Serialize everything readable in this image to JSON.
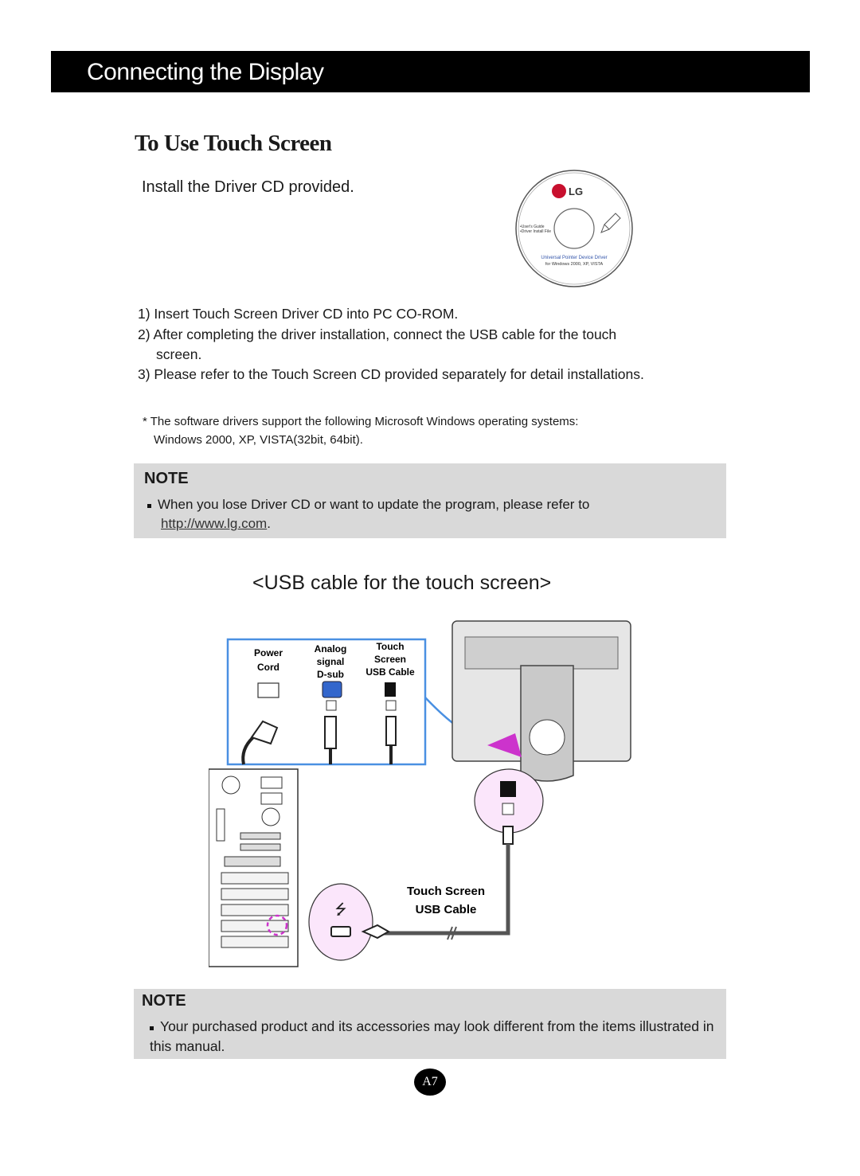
{
  "header": {
    "title": "Connecting the Display"
  },
  "section": {
    "title": "To Use Touch Screen",
    "intro": "Install the Driver CD provided."
  },
  "cd": {
    "brand": "LG",
    "line1": "•User's Guide",
    "line2": "•Driver Install File",
    "product": "Universal Pointer Device Driver",
    "platforms": "for Windows 2000, XP, VISTA"
  },
  "steps": [
    "1) Insert Touch Screen Driver CD into PC CO-ROM.",
    "2) After completing the driver installation, connect the USB cable for the touch screen.",
    "3) Please refer to the Touch Screen CD provided separately for detail installations."
  ],
  "footnote": "* The software drivers support the following Microsoft Windows operating systems: Windows 2000, XP, VISTA(32bit, 64bit).",
  "note1": {
    "title": "NOTE",
    "text": "When you lose Driver CD or want to update the program, please refer to",
    "link": "http://www.lg.com",
    "link_suffix": "."
  },
  "usb_caption": "<USB cable for the touch screen>",
  "diagram": {
    "power_cord": [
      "Power",
      "Cord"
    ],
    "analog_signal": [
      "Analog",
      "signal",
      "D-sub"
    ],
    "touch_usb": [
      "Touch",
      "Screen",
      "USB Cable"
    ],
    "cable_label": [
      "Touch Screen",
      "USB Cable"
    ]
  },
  "note2": {
    "title": "NOTE",
    "text": "Your purchased product and its accessories may look different from the items illustrated in this manual."
  },
  "page_number": "A7",
  "colors": {
    "header_bg": "#000000",
    "note_bg": "#d9d9d9",
    "accent_magenta": "#cc33cc",
    "callout_blue": "#4a90e2"
  }
}
